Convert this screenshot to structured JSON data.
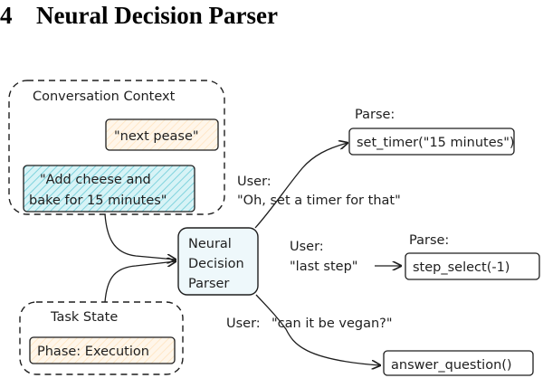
{
  "heading": {
    "number": "4",
    "title": "Neural Decision Parser"
  },
  "context_group": {
    "label": "Conversation Context",
    "prior_utterance": "\"next pease\"",
    "current_utterance": [
      "\"Add cheese and",
      "bake for 15 minutes\""
    ]
  },
  "task_state_group": {
    "label": "Task State",
    "phase": "Phase: Execution"
  },
  "parser": {
    "lines": [
      "Neural",
      "Decision",
      "Parser"
    ]
  },
  "examples": [
    {
      "user_label": "User:",
      "utterance": "\"Oh, set a timer for that\"",
      "parse_label": "Parse:",
      "output": "set_timer(\"15 minutes\")"
    },
    {
      "user_label": "User:",
      "utterance": "\"last step\"",
      "parse_label": "Parse:",
      "output": "step_select(-1)"
    },
    {
      "user_label": "User:",
      "utterance": "\"can it be vegan?\"",
      "parse_label": "",
      "output": "answer_question()"
    }
  ],
  "colors": {
    "ink": "#1e1e1e",
    "utterance_fill": "#fff3e0",
    "current_fill": "#c6eef3",
    "parser_fill": "#eef8fb",
    "phase_fill": "#fff3e0"
  }
}
